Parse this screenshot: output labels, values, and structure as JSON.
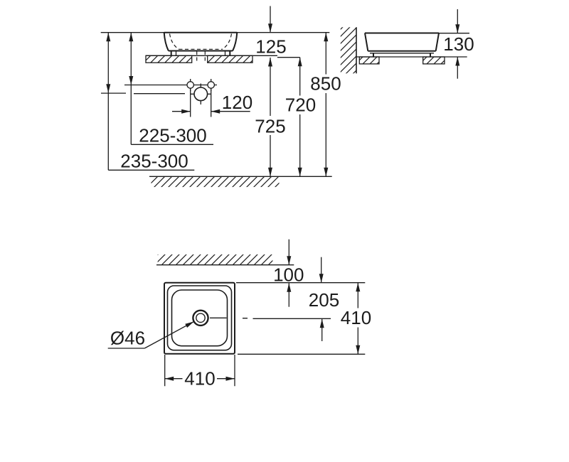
{
  "drawing": {
    "front_view": {
      "basin_height_above_counter": "125",
      "rim_to_floor_height": "850",
      "counter_top_to_floor": "725",
      "counter_underside_to_floor": "720",
      "tap_hole_spacing": "120",
      "tap_holes_height_range": "225-300",
      "mixer_hole_height_range": "235-300"
    },
    "side_view": {
      "basin_height": "130"
    },
    "plan_view": {
      "wall_clearance": "100",
      "drain_center_offset": "205",
      "basin_width": "410",
      "basin_depth": "410",
      "drain_hole_diameter": "Ø46"
    },
    "colors": {
      "ink": "#1c1c1c",
      "background": "#ffffff"
    }
  }
}
